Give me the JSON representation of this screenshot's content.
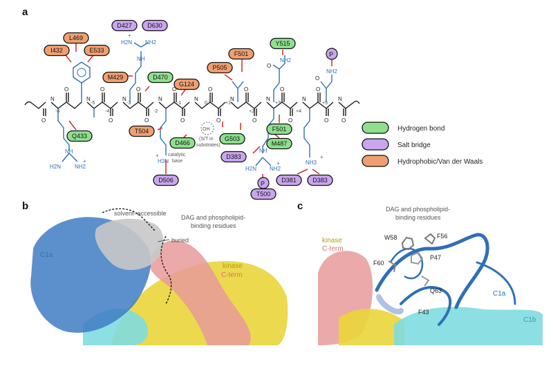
{
  "panels": {
    "a": "a",
    "b": "b",
    "c": "c"
  },
  "colors": {
    "hydrogen_bond": "#8ee08e",
    "salt_bridge": "#c9a6ee",
    "hydrophobic": "#f0a070",
    "contact_line": "#d6362b",
    "sidechain": "#2e6fb6",
    "c1a": "#3f7cc4",
    "kinase": "#ead53a",
    "cterm": "#e79a9a",
    "c1b": "#7fdbe0",
    "dag_surface": "#c8c8c8"
  },
  "legend": [
    {
      "label": "Hydrogen bond",
      "type": "hydrogen_bond"
    },
    {
      "label": "Salt bridge",
      "type": "salt_bridge"
    },
    {
      "label": "Hydrophobic/Van der Waals",
      "type": "hydrophobic"
    }
  ],
  "positions": [
    "-6",
    "-5",
    "-4",
    "-3",
    "-2",
    "-1",
    "0",
    "+1",
    "+2",
    "+3",
    "+4",
    "+5"
  ],
  "residues": [
    {
      "label": "L469",
      "type": "hydrophobic"
    },
    {
      "label": "I432",
      "type": "hydrophobic"
    },
    {
      "label": "E533",
      "type": "hydrophobic"
    },
    {
      "label": "Q433",
      "type": "hydrogen_bond"
    },
    {
      "label": "D427",
      "type": "salt_bridge"
    },
    {
      "label": "D630",
      "type": "salt_bridge"
    },
    {
      "label": "M429",
      "type": "hydrophobic"
    },
    {
      "label": "D470",
      "type": "hydrogen_bond"
    },
    {
      "label": "T504",
      "type": "hydrophobic"
    },
    {
      "label": "G124",
      "type": "hydrophobic"
    },
    {
      "label": "D466",
      "type": "hydrogen_bond"
    },
    {
      "label": "D506",
      "type": "salt_bridge"
    },
    {
      "label": "P505",
      "type": "hydrophobic"
    },
    {
      "label": "F501",
      "type": "hydrophobic"
    },
    {
      "label": "G503",
      "type": "hydrogen_bond"
    },
    {
      "label": "D383",
      "type": "salt_bridge"
    },
    {
      "label": "Y515",
      "type": "hydrogen_bond"
    },
    {
      "label": "F501",
      "type": "hydrogen_bond"
    },
    {
      "label": "M487",
      "type": "hydrogen_bond"
    },
    {
      "label": "T500",
      "type": "salt_bridge"
    },
    {
      "label": "D381",
      "type": "salt_bridge"
    },
    {
      "label": "D383",
      "type": "salt_bridge"
    }
  ],
  "phospho": {
    "p_label": "P",
    "t500": "T500"
  },
  "notes": {
    "catalytic_base": "catalytic base",
    "oh": "OH",
    "st_in_substrates": "(S/T in substrates)"
  },
  "atoms": {
    "NH2": "NH2",
    "H2N": "H2N",
    "NH": "NH",
    "N": "N",
    "H": "H",
    "O": "O",
    "NH3": "NH3",
    "H3N": "H3N",
    "plus": "+"
  },
  "panel_b": {
    "solvent_accessible": "solvent–accessible",
    "buried": "buried",
    "dag_line1": "DAG and phospholipid-",
    "dag_line2": "binding residues",
    "c1a": "C1a",
    "kinase": "kinase",
    "cterm": "C-term"
  },
  "panel_c": {
    "dag_line1": "DAG and phospholipid-",
    "dag_line2": "binding residues",
    "kinase": "kinase",
    "cterm": "C-term",
    "c1a": "C1a",
    "c1b": "C1b",
    "residues": [
      "W58",
      "F56",
      "F60",
      "P47",
      "Q63",
      "F43"
    ]
  }
}
